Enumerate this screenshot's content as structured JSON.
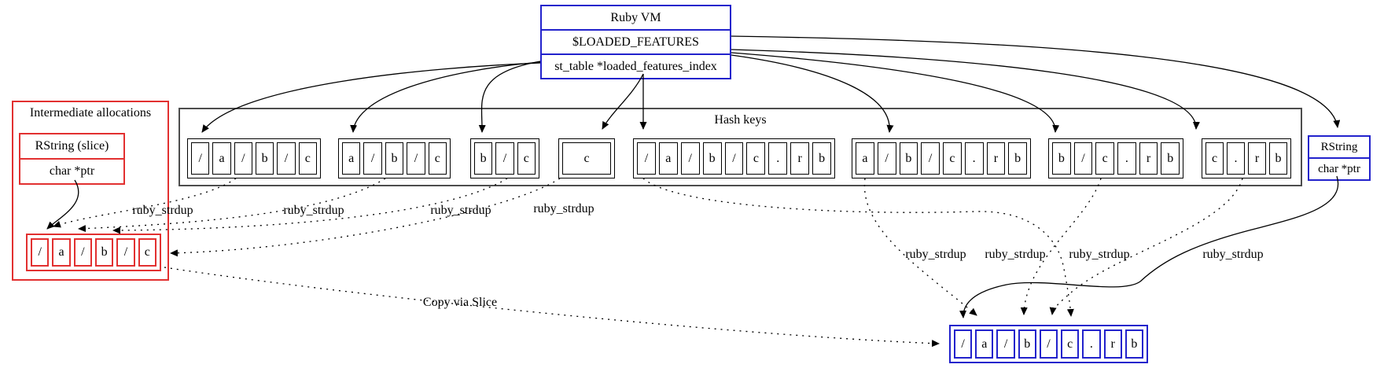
{
  "colors": {
    "node_blue": "#2222cc",
    "node_red": "#e23030",
    "cluster_gray": "#4d4d4d",
    "edge_black": "#000000"
  },
  "ruby_vm_box": {
    "rows": [
      "Ruby VM",
      "$LOADED_FEATURES",
      "st_table *loaded_features_index"
    ]
  },
  "intermediate": {
    "title": "Intermediate allocations",
    "rstring_rows": [
      "RString (slice)",
      "char *ptr"
    ],
    "record_cells": [
      "/",
      "a",
      "/",
      "b",
      "/",
      "c"
    ]
  },
  "hash_keys": {
    "title": "Hash keys",
    "records": [
      {
        "cells": [
          "/",
          "a",
          "/",
          "b",
          "/",
          "c"
        ]
      },
      {
        "cells": [
          "a",
          "/",
          "b",
          "/",
          "c"
        ]
      },
      {
        "cells": [
          "b",
          "/",
          "c"
        ]
      },
      {
        "cells": [
          "c"
        ]
      },
      {
        "cells": [
          "/",
          "a",
          "/",
          "b",
          "/",
          "c",
          ".",
          "r",
          "b"
        ]
      },
      {
        "cells": [
          "a",
          "/",
          "b",
          "/",
          "c",
          ".",
          "r",
          "b"
        ]
      },
      {
        "cells": [
          "b",
          "/",
          "c",
          ".",
          "r",
          "b"
        ]
      },
      {
        "cells": [
          "c",
          ".",
          "r",
          "b"
        ]
      }
    ]
  },
  "rstring_right": {
    "rows": [
      "RString",
      "char *ptr"
    ]
  },
  "result_record": {
    "cells": [
      "/",
      "a",
      "/",
      "b",
      "/",
      "c",
      ".",
      "r",
      "b"
    ]
  },
  "edge_labels": {
    "strdup": "ruby_strdup",
    "copy": "Copy via Slice"
  }
}
